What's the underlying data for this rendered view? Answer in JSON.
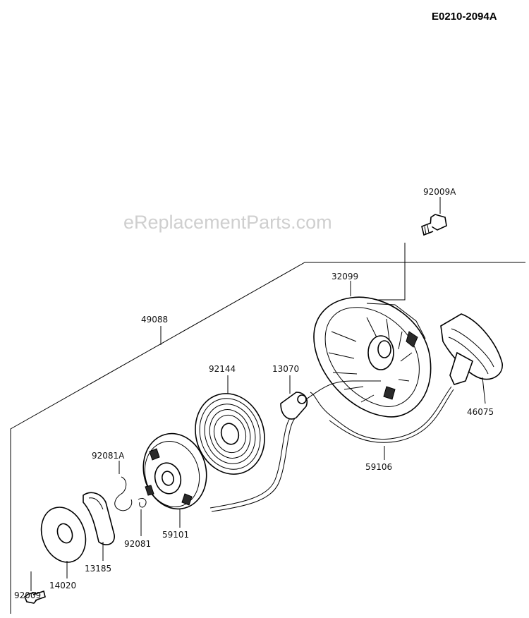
{
  "diagram": {
    "reference": "E0210-2094A",
    "watermark": "eReplacementParts.com",
    "parts": [
      {
        "id": "p92009A",
        "label": "92009A"
      },
      {
        "id": "p32099",
        "label": "32099"
      },
      {
        "id": "p49088",
        "label": "49088"
      },
      {
        "id": "p92144",
        "label": "92144"
      },
      {
        "id": "p13070",
        "label": "13070"
      },
      {
        "id": "p46075",
        "label": "46075"
      },
      {
        "id": "p92081A",
        "label": "92081A"
      },
      {
        "id": "p59106",
        "label": "59106"
      },
      {
        "id": "p59101",
        "label": "59101"
      },
      {
        "id": "p92081",
        "label": "92081"
      },
      {
        "id": "p13185",
        "label": "13185"
      },
      {
        "id": "p14020",
        "label": "14020"
      },
      {
        "id": "p92009",
        "label": "92009"
      }
    ]
  }
}
